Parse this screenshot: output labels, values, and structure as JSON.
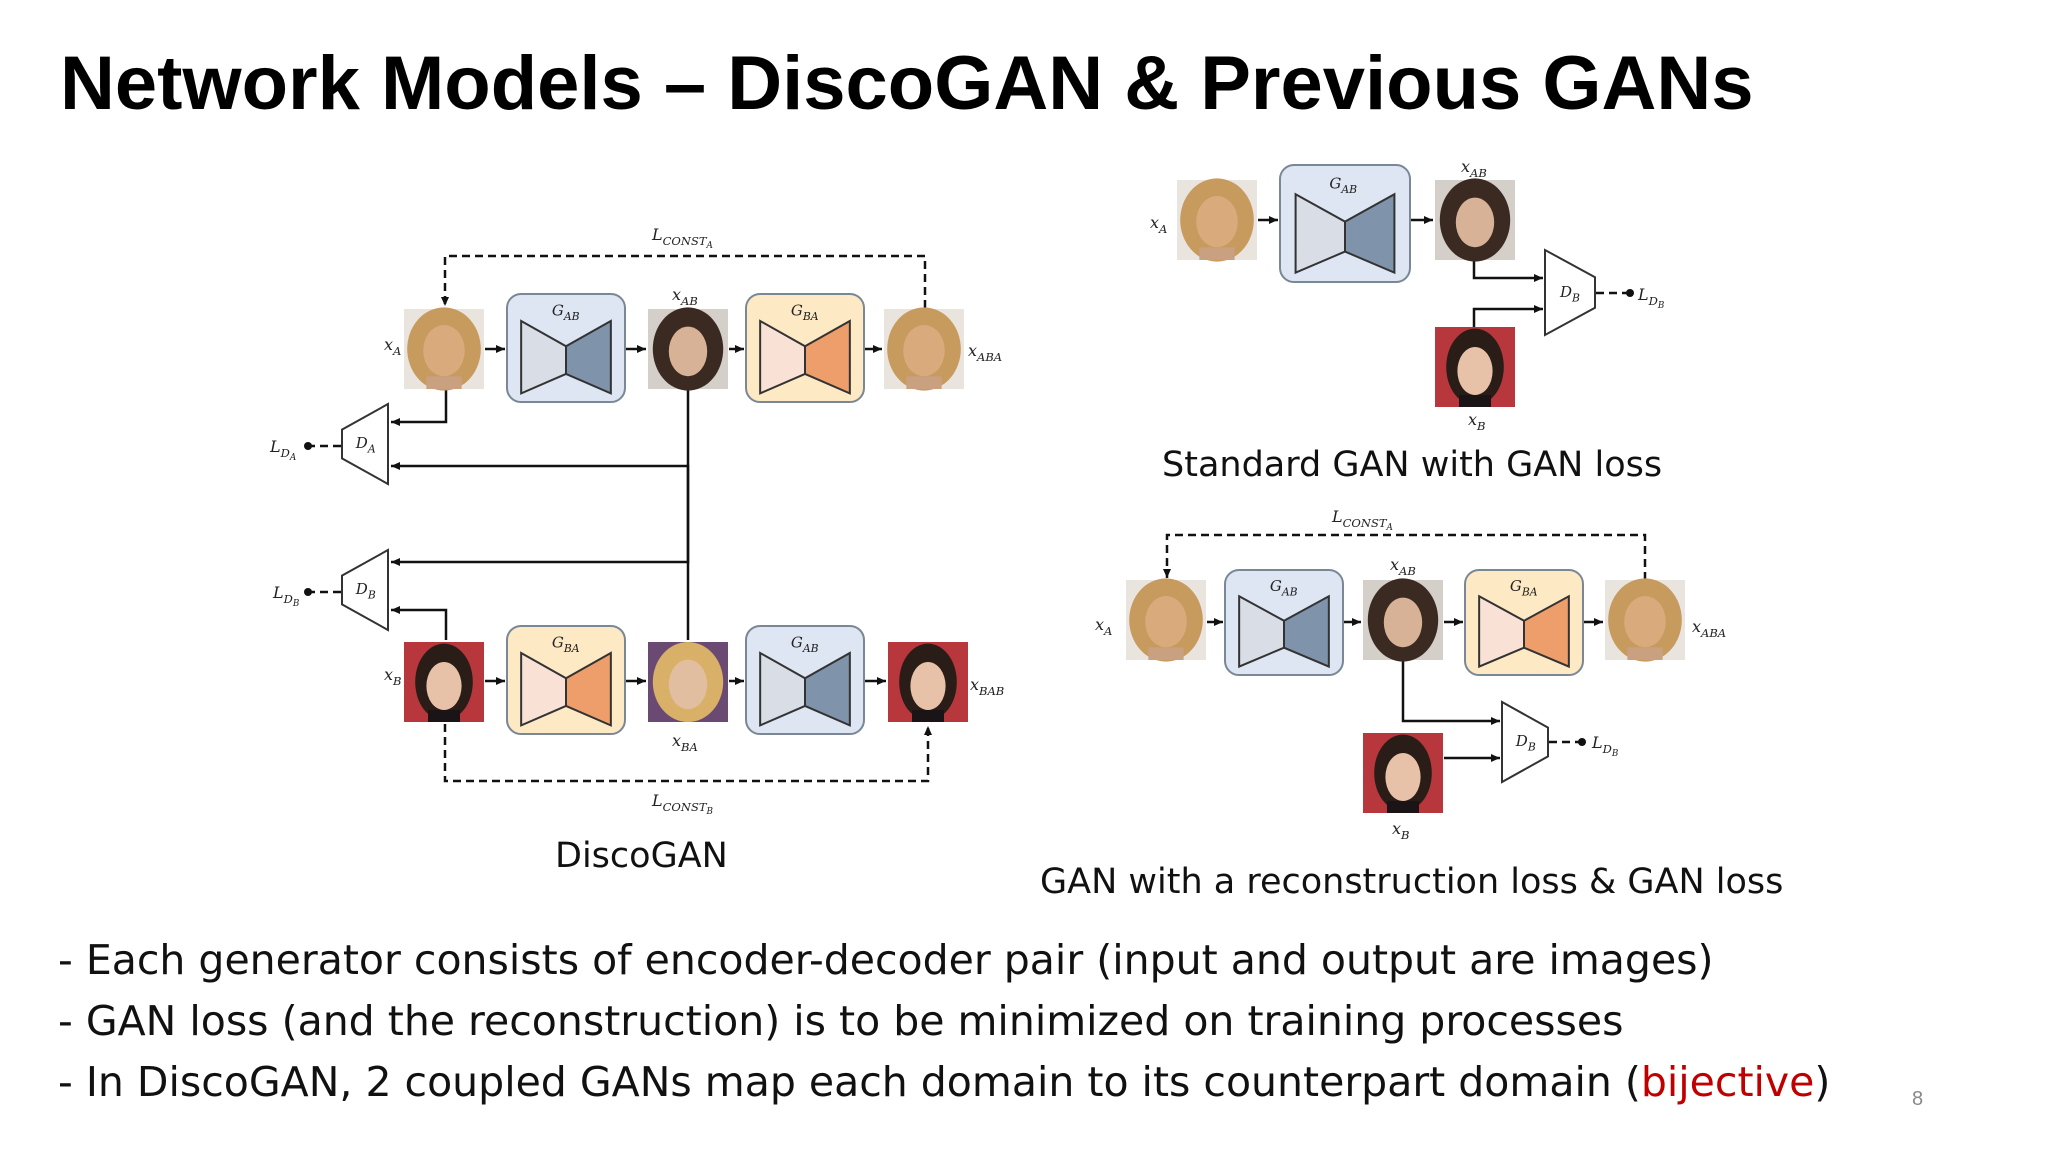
{
  "slide": {
    "title": "Network Models – DiscoGAN & Previous GANs",
    "page_number": "8"
  },
  "captions": {
    "discogan": "DiscoGAN",
    "standard_gan": "Standard GAN with GAN loss",
    "reconstruction_gan": "GAN with a reconstruction loss & GAN loss"
  },
  "bullets": [
    {
      "text": "- Each generator consists of encoder-decoder pair (input and output are images)",
      "highlight": ""
    },
    {
      "text": "- GAN loss (and the reconstruction) is to be minimized on training processes",
      "highlight": ""
    },
    {
      "text": "- In DiscoGAN, 2 coupled GANs map each domain to its counterpart domain (",
      "highlight": "bijective",
      "after": ")"
    }
  ],
  "labels": {
    "g_ab": "G",
    "g_ab_sub": "AB",
    "g_ba": "G",
    "g_ba_sub": "BA",
    "d_a": "D",
    "d_a_sub": "A",
    "d_b": "D",
    "d_b_sub": "B",
    "x": "x",
    "sub_a": "A",
    "sub_b": "B",
    "sub_ab": "AB",
    "sub_ba": "BA",
    "sub_aba": "ABA",
    "sub_bab": "BAB",
    "l": "L",
    "const_a": "CONST",
    "const_a_sub": "A",
    "const_b": "CONST",
    "const_b_sub": "B",
    "l_da_sub": "D",
    "l_da_subsub": "A",
    "l_db_sub": "D",
    "l_db_subsub": "B"
  },
  "colors": {
    "gab_fill": "#dde6f2",
    "gab_dark": "#7f93ab",
    "gab_light": "#d8dde6",
    "gba_fill": "#fde9c4",
    "gba_dark": "#ee9e6a",
    "gba_light": "#f9e2d5",
    "domain_a_face": "#d9aa7c",
    "domain_a_hair": "#c79a5e",
    "domain_b_bg": "#b8373c",
    "domain_b_hair": "#2a1d18",
    "accent_red": "#c00000"
  }
}
